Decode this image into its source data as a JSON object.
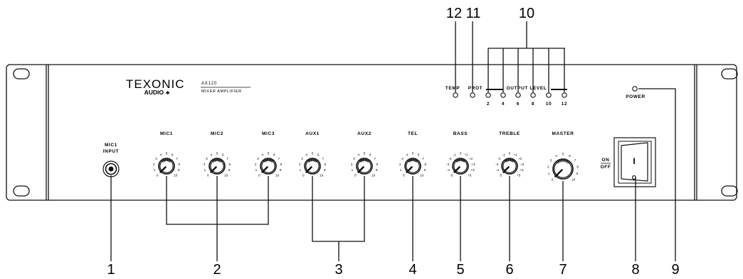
{
  "brand": {
    "name": "TEXONIC",
    "sub": "AUDIO",
    "model": "AX120",
    "type": "MIXER AMPLIFIER"
  },
  "input": {
    "line1": "MIC1",
    "line2": "INPUT"
  },
  "knobs": [
    {
      "label": "MIC1",
      "ticks": [
        "0",
        "1",
        "2",
        "3",
        "4",
        "5",
        "6",
        "7",
        "8",
        "9",
        "10"
      ]
    },
    {
      "label": "MIC2",
      "ticks": [
        "0",
        "1",
        "2",
        "3",
        "4",
        "5",
        "6",
        "7",
        "8",
        "9",
        "10"
      ]
    },
    {
      "label": "MIC3",
      "ticks": [
        "0",
        "1",
        "2",
        "3",
        "4",
        "5",
        "6",
        "7",
        "8",
        "9",
        "10"
      ]
    },
    {
      "label": "AUX1",
      "ticks": [
        "0",
        "1",
        "2",
        "3",
        "4",
        "5",
        "6",
        "7",
        "8",
        "9",
        "10"
      ]
    },
    {
      "label": "AUX2",
      "ticks": [
        "0",
        "1",
        "2",
        "3",
        "4",
        "5",
        "6",
        "7",
        "8",
        "9",
        "10"
      ]
    },
    {
      "label": "TEL",
      "ticks": [
        "0",
        "1",
        "2",
        "3",
        "4",
        "5",
        "6",
        "7",
        "8",
        "9",
        "10"
      ]
    },
    {
      "label": "BASS",
      "ticks": [
        "-5",
        "-4",
        "-3",
        "-2",
        "-1",
        "0",
        "+1",
        "+2",
        "+3",
        "+4",
        "+5"
      ]
    },
    {
      "label": "TREBLE",
      "ticks": [
        "-5",
        "-4",
        "-3",
        "-2",
        "-1",
        "0",
        "+1",
        "+2",
        "+3",
        "+4",
        "+5"
      ]
    },
    {
      "label": "MASTER",
      "ticks": [
        "0",
        "1",
        "2",
        "3",
        "4",
        "5",
        "6",
        "7",
        "8",
        "9",
        "10"
      ]
    }
  ],
  "indicators": {
    "temp": "TEMP",
    "prot": "PROT",
    "output_level": "OUTPUT LEVEL",
    "levels": [
      "2",
      "4",
      "6",
      "8",
      "10",
      "12"
    ],
    "power": "POWER"
  },
  "switch": {
    "on": "ON",
    "off": "OFF",
    "symbol_on": "I",
    "symbol_off": "O"
  },
  "callouts": [
    "1",
    "2",
    "3",
    "4",
    "5",
    "6",
    "7",
    "8",
    "9",
    "10",
    "11",
    "12"
  ]
}
